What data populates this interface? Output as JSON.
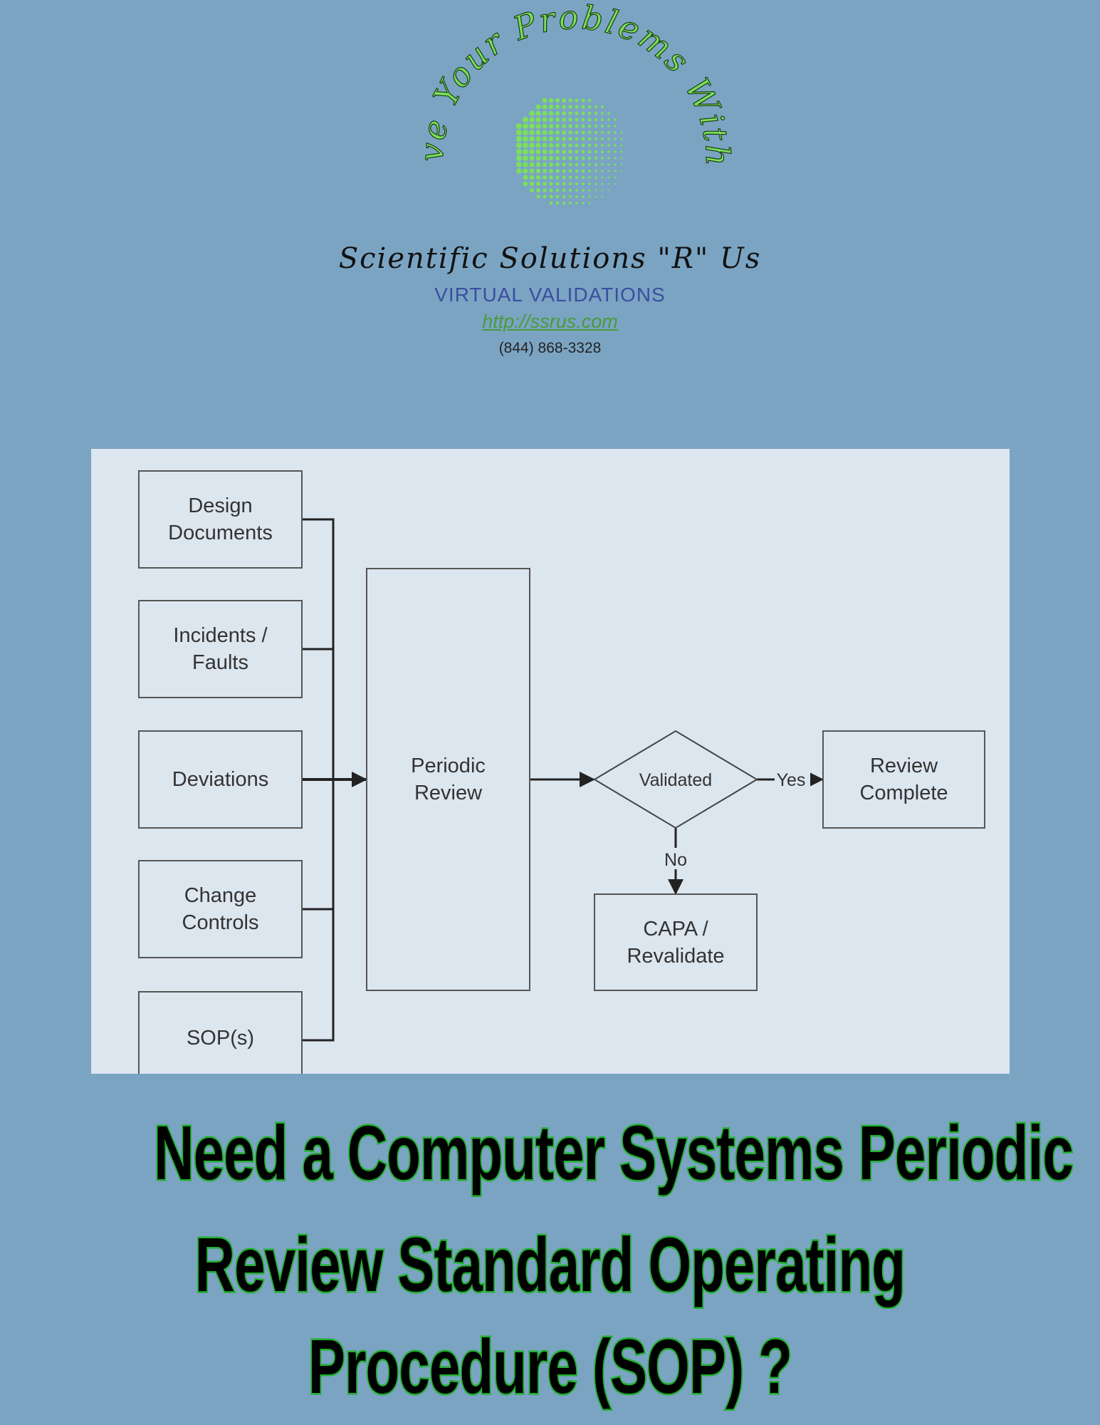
{
  "logo": {
    "tagline_arc": "Leave Your Problems With Us",
    "company": "Scientific Solutions \"R\" Us",
    "subtitle": "VIRTUAL VALIDATIONS",
    "url": "http://ssrus.com",
    "phone": "(844) 868-3328",
    "colors": {
      "green": "#7be05a",
      "blue": "#3a4ea0"
    }
  },
  "diagram": {
    "inputs": [
      "Design Documents",
      "Incidents / Faults",
      "Deviations",
      "Change Controls",
      "SOP(s)"
    ],
    "process": "Periodic Review",
    "decision": "Validated",
    "yes_label": "Yes",
    "no_label": "No",
    "yes_result": "Review Complete",
    "no_result": "CAPA / Revalidate"
  },
  "headline": {
    "lines": [
      "Need a Computer Systems Periodic",
      "Review Standard Operating",
      "Procedure (SOP) ?"
    ]
  }
}
